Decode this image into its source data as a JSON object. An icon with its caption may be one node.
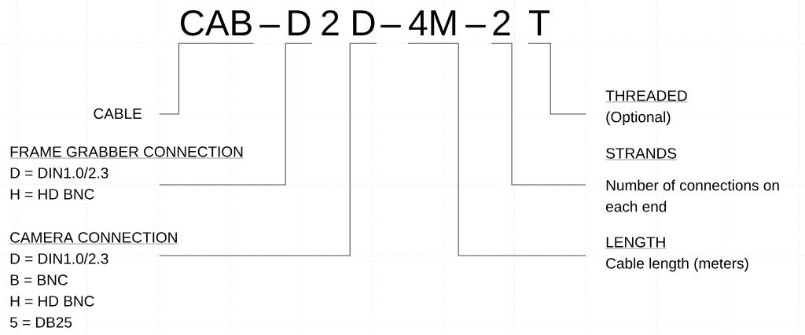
{
  "diagram": {
    "nodes": [
      {
        "text": [
          "CAB"
        ]
      },
      {
        "text": [
          "D"
        ]
      },
      {
        "text": [
          "D"
        ]
      },
      {
        "text": [
          "4M"
        ]
      },
      {
        "text": [
          "2"
        ]
      },
      {
        "text": [
          "T"
        ]
      },
      {
        "text": [
          "CABLE"
        ]
      },
      {
        "text": [
          "FRAME GRABBER CONNECTION",
          "D = DIN1.0/2.3",
          "H = HD BNC"
        ]
      },
      {
        "text": [
          "CAMERA CONNECTION",
          "D = DIN1.0/2.3",
          "B = BNC",
          "H = HD BNC",
          "5 = DB25"
        ]
      },
      {
        "text": [
          "THREADED",
          "(Optional)"
        ]
      },
      {
        "text": [
          "STRANDS",
          "Number of connections on each end"
        ]
      },
      {
        "text": [
          "LENGTH",
          "Cable length (meters)"
        ]
      }
    ],
    "edges": [
      {
        "from": 0,
        "to": 6,
        "arrow": "none"
      },
      {
        "from": 1,
        "to": 7,
        "arrow": "none"
      },
      {
        "from": 2,
        "to": 8,
        "arrow": "none"
      },
      {
        "from": 3,
        "to": 11,
        "arrow": "none"
      },
      {
        "from": 4,
        "to": 10,
        "arrow": "none"
      },
      {
        "from": 5,
        "to": 9,
        "arrow": "none"
      }
    ],
    "labels": [
      "–",
      "2",
      "–",
      "–"
    ]
  }
}
